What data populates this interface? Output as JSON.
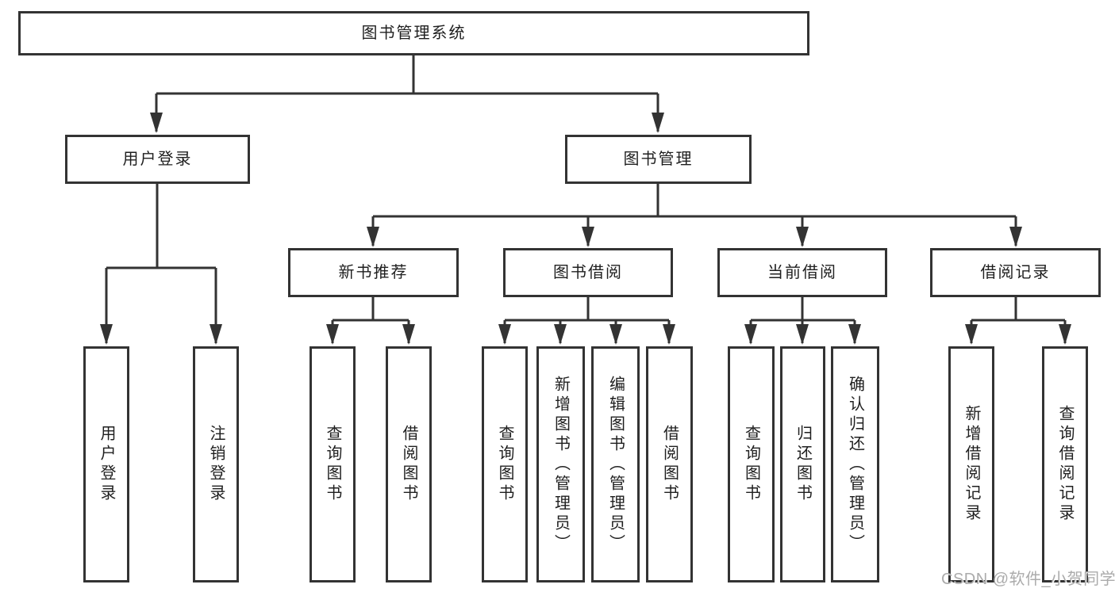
{
  "diagram": {
    "title": "图书管理系统",
    "root": {
      "label": "图书管理系统"
    },
    "branches": [
      {
        "label": "用户登录",
        "children": [
          {
            "label": "用户登录"
          },
          {
            "label": "注销登录"
          }
        ]
      },
      {
        "label": "图书管理",
        "children": [
          {
            "label": "新书推荐",
            "children": [
              {
                "label": "查询图书"
              },
              {
                "label": "借阅图书"
              }
            ]
          },
          {
            "label": "图书借阅",
            "children": [
              {
                "label": "查询图书"
              },
              {
                "label": "新增图书（管理员）"
              },
              {
                "label": "编辑图书（管理员）"
              },
              {
                "label": "借阅图书"
              }
            ]
          },
          {
            "label": "当前借阅",
            "children": [
              {
                "label": "查询图书"
              },
              {
                "label": "归还图书"
              },
              {
                "label": "确认归还（管理员）"
              }
            ]
          },
          {
            "label": "借阅记录",
            "children": [
              {
                "label": "新增借阅记录"
              },
              {
                "label": "查询借阅记录"
              }
            ]
          }
        ]
      }
    ]
  },
  "watermark": {
    "text": "CSDN @软件_小贺同学"
  },
  "colors": {
    "background": "#ffffff",
    "line": "#333333",
    "box_border": "#333333",
    "box_fill": "#ffffff",
    "text": "#1f1f1f",
    "watermark": "#ababab"
  }
}
